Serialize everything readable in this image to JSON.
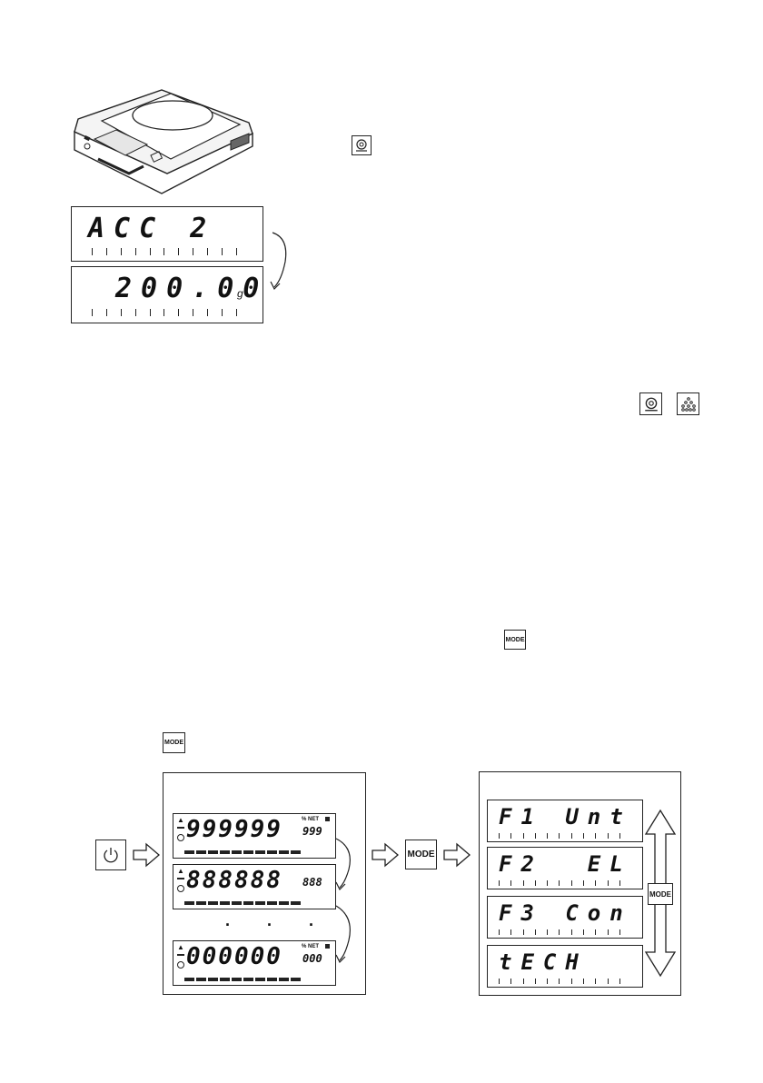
{
  "top": {
    "display_1_text": "ACC 2",
    "display_2_text": "200.00",
    "display_2_unit": "g",
    "key_zero_icon": "zero-target-icon",
    "key_pair_icons": [
      "zero-target-icon",
      "counting-dots-icon"
    ]
  },
  "mid": {
    "mode_key_label_1": "MODE",
    "mode_key_label_2": "MODE"
  },
  "bottom": {
    "left_panel": {
      "rows": [
        {
          "digits": "999999",
          "small": "999",
          "indicators": "% NET"
        },
        {
          "digits": "888888",
          "small": "888",
          "indicators": ""
        },
        {
          "digits": "000000",
          "small": "000",
          "indicators": "% NET"
        }
      ],
      "ellipsis": ". . ."
    },
    "mode_key_center_label": "MODE",
    "right_panel": {
      "rows": [
        "F1 Unt",
        "F2  EL",
        "F3 Con",
        "tECH"
      ],
      "mode_key_label": "MODE"
    }
  }
}
